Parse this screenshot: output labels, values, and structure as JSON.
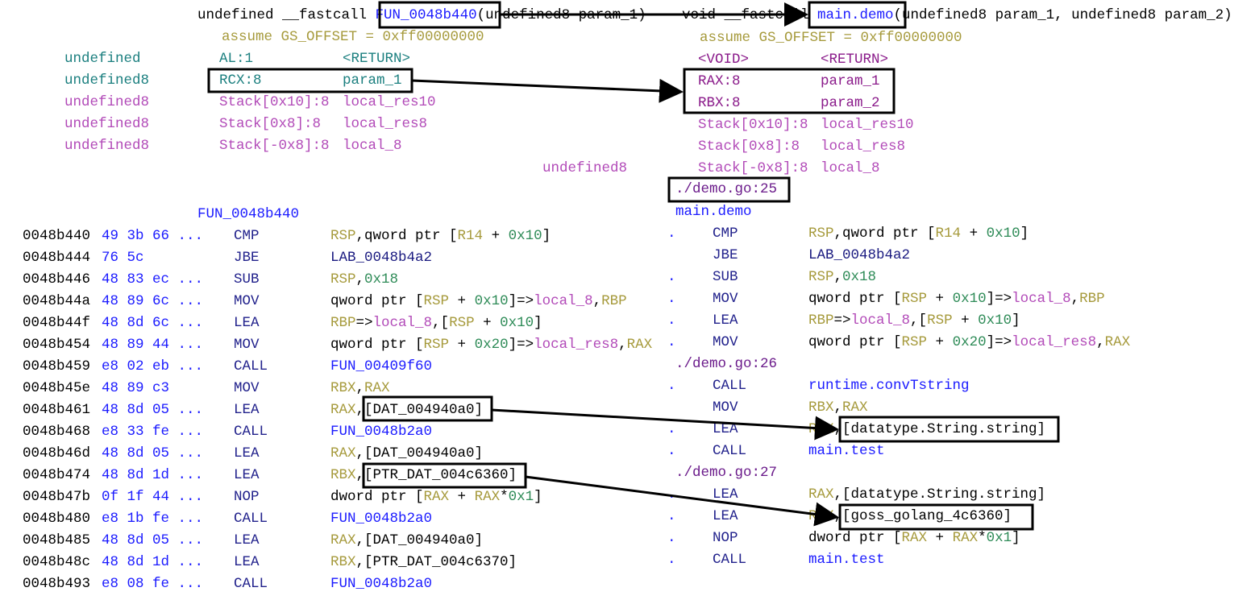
{
  "left": {
    "signature": {
      "prefix": "undefined __fastcall ",
      "name": "FUN_0048b440",
      "params": "(undefined8 param_1)"
    },
    "assume": "assume GS_OFFSET = 0xff00000000",
    "storage": [
      {
        "type": "undefined",
        "loc": "AL:1",
        "name": "<RETURN>",
        "style": "tl"
      },
      {
        "type": "undefined8",
        "loc": "RCX:8",
        "name": "param_1",
        "style": "tl"
      },
      {
        "type": "undefined8",
        "loc": "Stack[0x10]:8",
        "name": "local_res10",
        "style": "v"
      },
      {
        "type": "undefined8",
        "loc": "Stack[0x8]:8",
        "name": "local_res8",
        "style": "v"
      },
      {
        "type": "undefined8",
        "loc": "Stack[-0x8]:8",
        "name": "local_8",
        "style": "v"
      }
    ],
    "label": "FUN_0048b440",
    "instructions": [
      {
        "addr": "0048b440",
        "bytes": "49 3b 66 ...",
        "mnem": "CMP",
        "ops": [
          [
            "RSP",
            "r"
          ],
          [
            ",qword ptr [",
            "t"
          ],
          [
            "R14",
            "r"
          ],
          [
            " + ",
            "t"
          ],
          [
            "0x10",
            "n"
          ],
          [
            "]",
            "t"
          ]
        ]
      },
      {
        "addr": "0048b444",
        "bytes": "76 5c",
        "mnem": "JBE",
        "ops": [
          [
            "LAB_0048b4a2",
            "l"
          ]
        ]
      },
      {
        "addr": "0048b446",
        "bytes": "48 83 ec ...",
        "mnem": "SUB",
        "ops": [
          [
            "RSP",
            "r"
          ],
          [
            ",",
            "t"
          ],
          [
            "0x18",
            "n"
          ]
        ]
      },
      {
        "addr": "0048b44a",
        "bytes": "48 89 6c ...",
        "mnem": "MOV",
        "ops": [
          [
            "qword ptr [",
            "t"
          ],
          [
            "RSP",
            "r"
          ],
          [
            " + ",
            "t"
          ],
          [
            "0x10",
            "n"
          ],
          [
            "]=>",
            "t"
          ],
          [
            "local_8",
            "v"
          ],
          [
            ",",
            "t"
          ],
          [
            "RBP",
            "r"
          ]
        ]
      },
      {
        "addr": "0048b44f",
        "bytes": "48 8d 6c ...",
        "mnem": "LEA",
        "ops": [
          [
            "RBP",
            "r"
          ],
          [
            "=>",
            "t"
          ],
          [
            "local_8",
            "v"
          ],
          [
            ",[",
            "t"
          ],
          [
            "RSP",
            "r"
          ],
          [
            " + ",
            "t"
          ],
          [
            "0x10",
            "n"
          ],
          [
            "]",
            "t"
          ]
        ]
      },
      {
        "addr": "0048b454",
        "bytes": "48 89 44 ...",
        "mnem": "MOV",
        "ops": [
          [
            "qword ptr [",
            "t"
          ],
          [
            "RSP",
            "r"
          ],
          [
            " + ",
            "t"
          ],
          [
            "0x20",
            "n"
          ],
          [
            "]=>",
            "t"
          ],
          [
            "local_res8",
            "v"
          ],
          [
            ",",
            "t"
          ],
          [
            "RAX",
            "r"
          ]
        ]
      },
      {
        "addr": "0048b459",
        "bytes": "e8 02 eb ...",
        "mnem": "CALL",
        "ops": [
          [
            "FUN_00409f60",
            "f"
          ]
        ]
      },
      {
        "addr": "0048b45e",
        "bytes": "48 89 c3",
        "mnem": "MOV",
        "ops": [
          [
            "RBX",
            "r"
          ],
          [
            ",",
            "t"
          ],
          [
            "RAX",
            "r"
          ]
        ]
      },
      {
        "addr": "0048b461",
        "bytes": "48 8d 05 ...",
        "mnem": "LEA",
        "ops": [
          [
            "RAX",
            "r"
          ],
          [
            ",[DAT_004940a0]",
            "t"
          ]
        ]
      },
      {
        "addr": "0048b468",
        "bytes": "e8 33 fe ...",
        "mnem": "CALL",
        "ops": [
          [
            "FUN_0048b2a0",
            "f"
          ]
        ]
      },
      {
        "addr": "0048b46d",
        "bytes": "48 8d 05 ...",
        "mnem": "LEA",
        "ops": [
          [
            "RAX",
            "r"
          ],
          [
            ",[DAT_004940a0]",
            "t"
          ]
        ]
      },
      {
        "addr": "0048b474",
        "bytes": "48 8d 1d ...",
        "mnem": "LEA",
        "ops": [
          [
            "RBX",
            "r"
          ],
          [
            ",[PTR_DAT_004c6360]",
            "t"
          ]
        ]
      },
      {
        "addr": "0048b47b",
        "bytes": "0f 1f 44 ...",
        "mnem": "NOP",
        "ops": [
          [
            "dword ptr [",
            "t"
          ],
          [
            "RAX",
            "r"
          ],
          [
            " + ",
            "t"
          ],
          [
            "RAX",
            "r"
          ],
          [
            "*",
            "t"
          ],
          [
            "0x1",
            "n"
          ],
          [
            "]",
            "t"
          ]
        ]
      },
      {
        "addr": "0048b480",
        "bytes": "e8 1b fe ...",
        "mnem": "CALL",
        "ops": [
          [
            "FUN_0048b2a0",
            "f"
          ]
        ]
      },
      {
        "addr": "0048b485",
        "bytes": "48 8d 05 ...",
        "mnem": "LEA",
        "ops": [
          [
            "RAX",
            "r"
          ],
          [
            ",[DAT_004940a0]",
            "t"
          ]
        ]
      },
      {
        "addr": "0048b48c",
        "bytes": "48 8d 1d ...",
        "mnem": "LEA",
        "ops": [
          [
            "RBX",
            "r"
          ],
          [
            ",[PTR_DAT_004c6370]",
            "t"
          ]
        ]
      },
      {
        "addr": "0048b493",
        "bytes": "e8 08 fe ...",
        "mnem": "CALL",
        "ops": [
          [
            "FUN_0048b2a0",
            "f"
          ]
        ]
      }
    ]
  },
  "right": {
    "signature": {
      "prefix": "void __fastcall ",
      "name": "main.demo",
      "params": "(undefined8 param_1, undefined8 param_2)"
    },
    "assume": "assume GS_OFFSET = 0xff00000000",
    "storage": [
      {
        "loc": "<VOID>",
        "name": "<RETURN>",
        "style": "p"
      },
      {
        "loc": "RAX:8",
        "name": "param_1",
        "style": "p"
      },
      {
        "loc": "RBX:8",
        "name": "param_2",
        "style": "p"
      },
      {
        "loc": "Stack[0x10]:8",
        "name": "local_res10",
        "style": "v"
      },
      {
        "loc": "Stack[0x8]:8",
        "name": "local_res8",
        "style": "v"
      },
      {
        "loc": "Stack[-0x8]:8",
        "name": "local_8",
        "style": "v"
      }
    ],
    "stray_type": "undefined8",
    "source_first": "./demo.go:25",
    "label": "main.demo",
    "rows": [
      {
        "dot": true,
        "mnem": "CMP",
        "ops": [
          [
            "RSP",
            "r"
          ],
          [
            ",qword ptr [",
            "t"
          ],
          [
            "R14",
            "r"
          ],
          [
            " + ",
            "t"
          ],
          [
            "0x10",
            "n"
          ],
          [
            "]",
            "t"
          ]
        ]
      },
      {
        "dot": false,
        "mnem": "JBE",
        "ops": [
          [
            "LAB_0048b4a2",
            "l"
          ]
        ]
      },
      {
        "dot": true,
        "mnem": "SUB",
        "ops": [
          [
            "RSP",
            "r"
          ],
          [
            ",",
            "t"
          ],
          [
            "0x18",
            "n"
          ]
        ]
      },
      {
        "dot": true,
        "mnem": "MOV",
        "ops": [
          [
            "qword ptr [",
            "t"
          ],
          [
            "RSP",
            "r"
          ],
          [
            " + ",
            "t"
          ],
          [
            "0x10",
            "n"
          ],
          [
            "]=>",
            "t"
          ],
          [
            "local_8",
            "v"
          ],
          [
            ",",
            "t"
          ],
          [
            "RBP",
            "r"
          ]
        ]
      },
      {
        "dot": true,
        "mnem": "LEA",
        "ops": [
          [
            "RBP",
            "r"
          ],
          [
            "=>",
            "t"
          ],
          [
            "local_8",
            "v"
          ],
          [
            ",[",
            "t"
          ],
          [
            "RSP",
            "r"
          ],
          [
            " + ",
            "t"
          ],
          [
            "0x10",
            "n"
          ],
          [
            "]",
            "t"
          ]
        ]
      },
      {
        "dot": true,
        "mnem": "MOV",
        "ops": [
          [
            "qword ptr [",
            "t"
          ],
          [
            "RSP",
            "r"
          ],
          [
            " + ",
            "t"
          ],
          [
            "0x20",
            "n"
          ],
          [
            "]=>",
            "t"
          ],
          [
            "local_res8",
            "v"
          ],
          [
            ",",
            "t"
          ],
          [
            "RAX",
            "r"
          ]
        ]
      },
      {
        "src": "./demo.go:26"
      },
      {
        "dot": true,
        "mnem": "CALL",
        "ops": [
          [
            "runtime.convTstring",
            "f"
          ]
        ]
      },
      {
        "dot": false,
        "mnem": "MOV",
        "ops": [
          [
            "RBX",
            "r"
          ],
          [
            ",",
            "t"
          ],
          [
            "RAX",
            "r"
          ]
        ]
      },
      {
        "dot": true,
        "mnem": "LEA",
        "ops": [
          [
            "RAX",
            "r"
          ],
          [
            ",[datatype.String.string]",
            "t"
          ]
        ]
      },
      {
        "dot": true,
        "mnem": "CALL",
        "ops": [
          [
            "main.test",
            "f"
          ]
        ]
      },
      {
        "src": "./demo.go:27"
      },
      {
        "dot": true,
        "mnem": "LEA",
        "ops": [
          [
            "RAX",
            "r"
          ],
          [
            ",[datatype.String.string]",
            "t"
          ]
        ]
      },
      {
        "dot": true,
        "mnem": "LEA",
        "ops": [
          [
            "RBX",
            "r"
          ],
          [
            ",[goss_golang_4c6360]",
            "t"
          ]
        ]
      },
      {
        "dot": true,
        "mnem": "NOP",
        "ops": [
          [
            "dword ptr [",
            "t"
          ],
          [
            "RAX",
            "r"
          ],
          [
            " + ",
            "t"
          ],
          [
            "RAX",
            "r"
          ],
          [
            "*",
            "t"
          ],
          [
            "0x1",
            "n"
          ],
          [
            "]",
            "t"
          ]
        ]
      },
      {
        "dot": true,
        "mnem": "CALL",
        "ops": [
          [
            "main.test",
            "f"
          ]
        ]
      }
    ]
  }
}
